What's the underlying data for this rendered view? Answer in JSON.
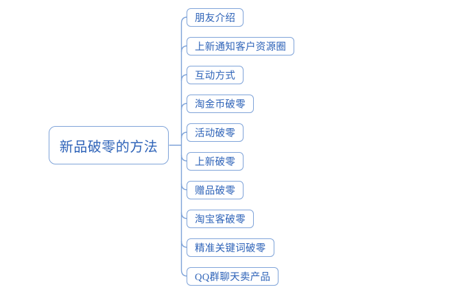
{
  "diagram": {
    "type": "mindmap-tree-right",
    "root": {
      "label": "新品破零的方法"
    },
    "children": [
      {
        "label": "朋友介绍"
      },
      {
        "label": "上新通知客户资源圈"
      },
      {
        "label": "互动方式"
      },
      {
        "label": "淘金币破零"
      },
      {
        "label": "活动破零"
      },
      {
        "label": "上新破零"
      },
      {
        "label": "赠品破零"
      },
      {
        "label": "淘宝客破零"
      },
      {
        "label": "精准关键词破零"
      },
      {
        "label": "QQ群聊天卖产品"
      }
    ],
    "colors": {
      "line": "#7da2d8",
      "text": "#2e63b8",
      "background": "#ffffff"
    }
  }
}
